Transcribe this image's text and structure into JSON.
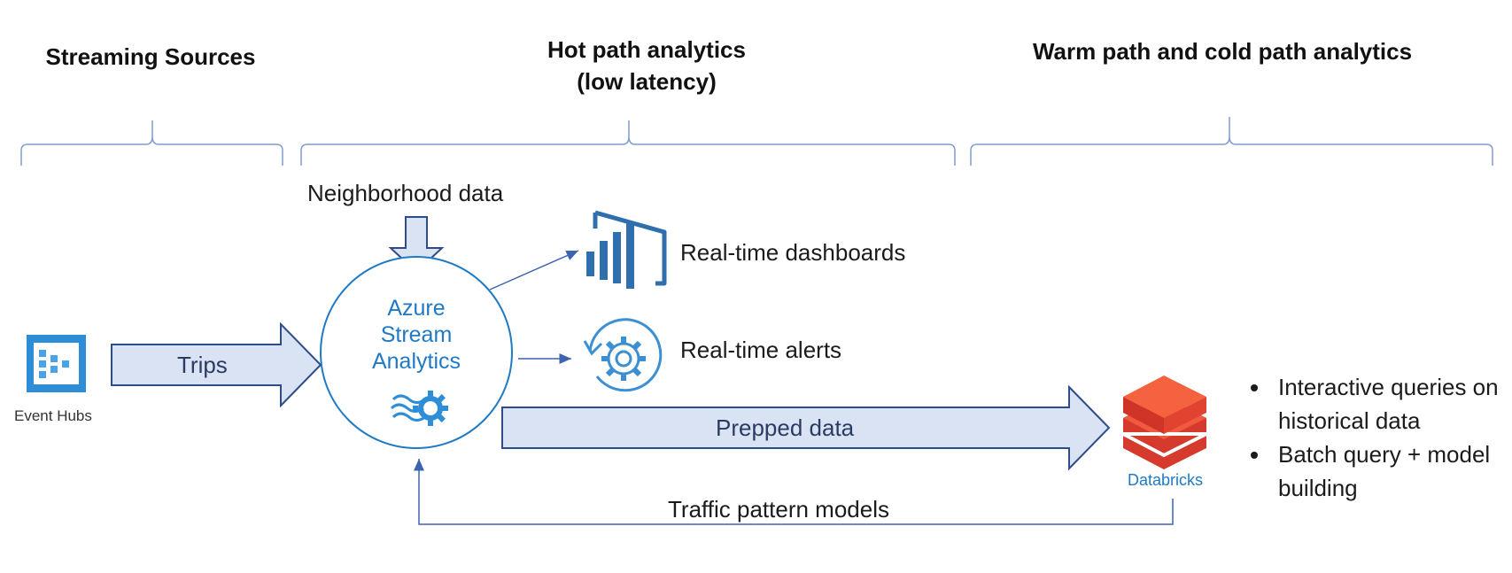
{
  "headers": {
    "streaming_sources": "Streaming Sources",
    "hot_path_line1": "Hot path analytics",
    "hot_path_line2": "(low latency)",
    "warm_cold": "Warm path and cold path analytics"
  },
  "nodes": {
    "event_hubs": "Event Hubs",
    "asa_line1": "Azure",
    "asa_line2": "Stream",
    "asa_line3": "Analytics",
    "databricks": "Databricks"
  },
  "flows": {
    "trips": "Trips",
    "neighborhood": "Neighborhood data",
    "prepped": "Prepped data",
    "traffic_models": "Traffic pattern models"
  },
  "outputs": {
    "dashboards": "Real-time dashboards",
    "alerts": "Real-time alerts"
  },
  "databricks_uses": [
    "Interactive queries on historical data",
    "Batch query + model building"
  ],
  "colors": {
    "azure_blue": "#1f7ac5",
    "arrow_fill": "#dae3f3",
    "arrow_stroke": "#2f4c8a",
    "bracket": "#7f9cd3",
    "databricks_red": "#e8402f"
  }
}
